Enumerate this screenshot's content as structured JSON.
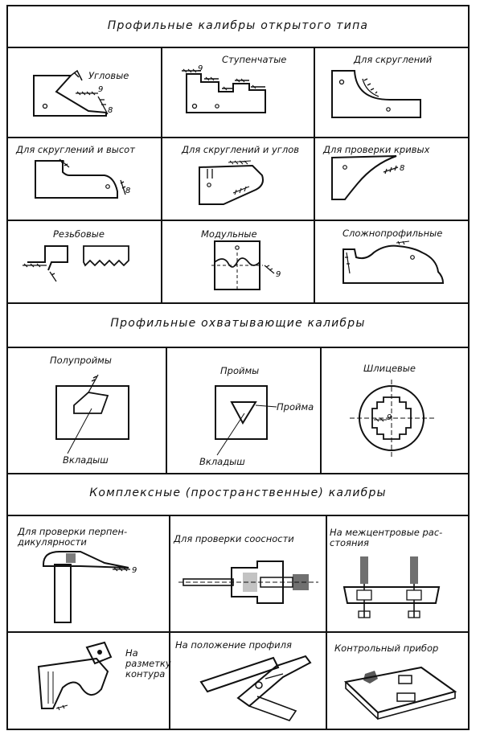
{
  "sections": {
    "open": "Профильные калибры открытого типа",
    "enclosing": "Профильные охватывающие калибры",
    "complex": "Комплексные (пространственные) калибры"
  },
  "cells": {
    "angular": "Угловые",
    "stepped": "Ступенчатые",
    "rounding": "Для скруглений",
    "rounding_heights": "Для скруглений и высот",
    "rounding_angles": "Для скруглений и углов",
    "curves": "Для проверки кривых",
    "thread": "Резьбовые",
    "module": "Модульные",
    "complex_profile": "Сложнопрофильные",
    "semi_opening": "Полупроймы",
    "opening": "Проймы",
    "opening_side": "Пройма",
    "insert": "Вкладыш",
    "insert2": "Вкладыш",
    "spline": "Шлицевые",
    "perpendicular": "Для проверки перпен- дикулярности",
    "coaxial": "Для проверки соосности",
    "center_distance": "На межцентровые рас- стояния",
    "contour_marking": "На разметку контура",
    "profile_position": "На положение профиля",
    "control_device": "Контрольный прибор"
  },
  "marks": {
    "nine": "9",
    "eight": "8"
  }
}
